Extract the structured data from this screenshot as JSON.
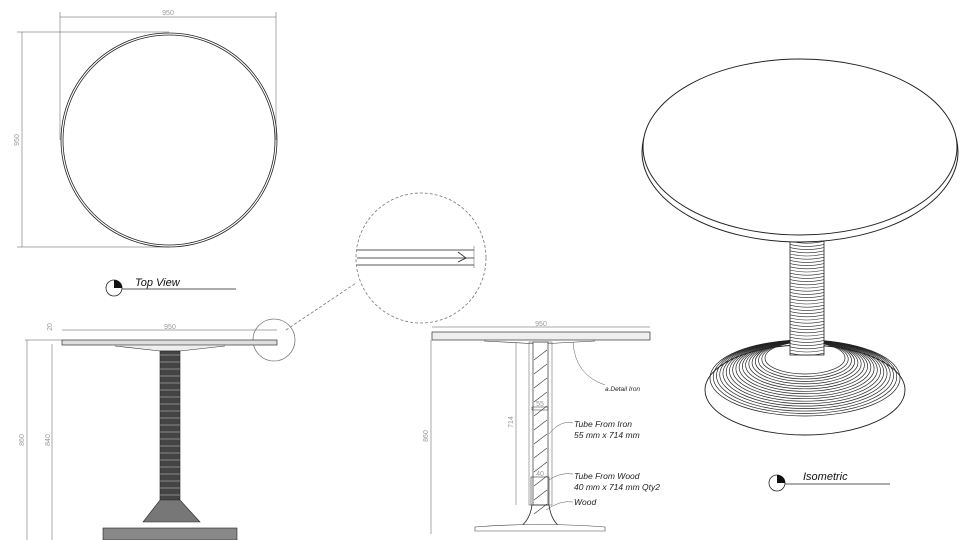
{
  "top_view": {
    "title": "Top View",
    "width_dim": "950",
    "depth_dim": "950"
  },
  "side_view": {
    "width_dim": "950",
    "top_thickness_dim": "20",
    "total_height_dim": "860",
    "leg_height_dim": "840"
  },
  "section_view": {
    "width_dim": "950",
    "total_height_dim": "860",
    "tube_height_dim": "714",
    "iron_dia_dim": "55",
    "wood_dia_dim": "40",
    "callouts": {
      "detail": "a.Detail Iron",
      "iron_line1": "Tube From Iron",
      "iron_line2": "55 mm x 714 mm",
      "wood_line1": "Tube From Wood",
      "wood_line2": "40 mm x 714 mm Qty2",
      "wood": "Wood"
    }
  },
  "isometric": {
    "title": "Isometric"
  },
  "icons": {
    "view_marker": "section-view-marker-icon"
  }
}
